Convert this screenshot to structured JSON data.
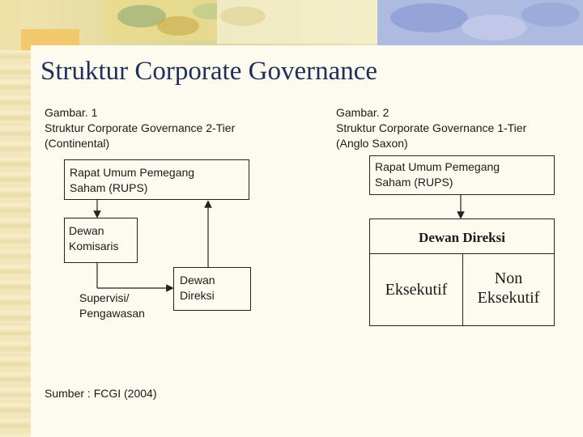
{
  "title": "Struktur Corporate Governance",
  "left": {
    "caption": [
      "Gambar. 1",
      "Struktur Corporate Governance 2-Tier",
      "(Continental)"
    ],
    "rups": [
      "Rapat Umum Pemegang",
      "Saham (RUPS)"
    ],
    "komisaris": [
      "Dewan",
      "Komisaris"
    ],
    "supervisi": [
      "Supervisi/",
      "Pengawasan"
    ],
    "direksi": [
      "Dewan",
      "Direksi"
    ],
    "source": "Sumber : FCGI (2004)"
  },
  "right": {
    "caption": [
      "Gambar. 2",
      "Struktur Corporate Governance 1-Tier",
      "(Anglo Saxon)"
    ],
    "rups": [
      "Rapat Umum Pemegang",
      "Saham (RUPS)"
    ],
    "direksi": "Dewan Direksi",
    "eksekutif": "Eksekutif",
    "non_eksekutif": [
      "Non",
      "Eksekutif"
    ]
  }
}
